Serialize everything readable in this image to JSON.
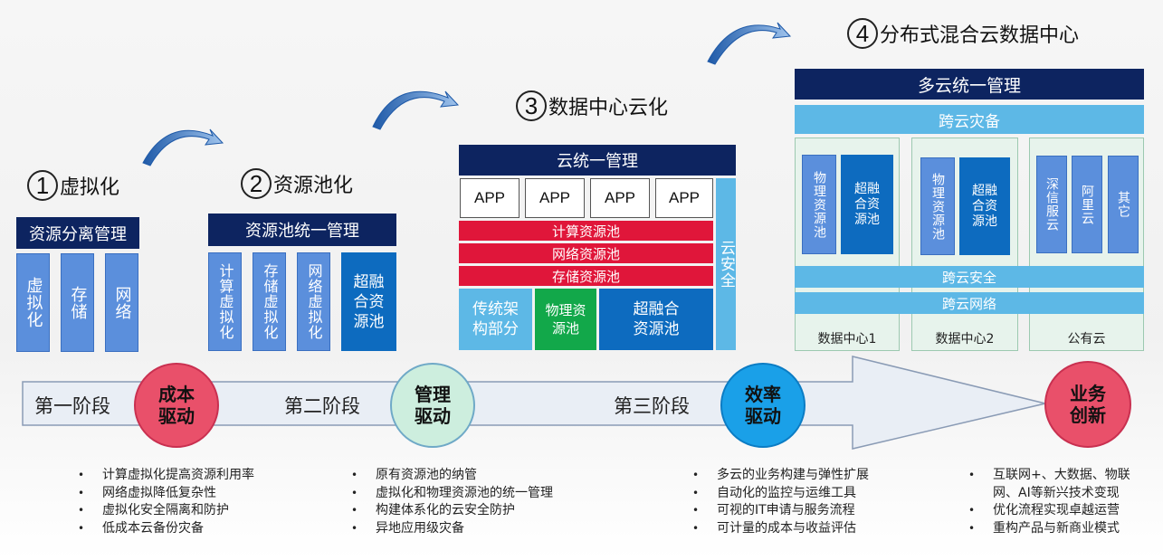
{
  "stage1": {
    "number": "1",
    "title": "虚拟化",
    "header": "资源分离管理",
    "columns": [
      "虚\n拟\n化",
      "存\n储",
      "网\n络"
    ]
  },
  "stage2": {
    "number": "2",
    "title": "资源池化",
    "header": "资源池统一管理",
    "columns": [
      "计\n算\n虚\n拟\n化",
      "存\n储\n虚\n拟\n化",
      "网\n络\n虚\n拟\n化",
      "超融\n合资\n源池"
    ]
  },
  "stage3": {
    "number": "3",
    "title": "数据中心云化",
    "header": "云统一管理",
    "apps": [
      "APP",
      "APP",
      "APP",
      "APP"
    ],
    "pools": [
      "计算资源池",
      "网络资源池",
      "存储资源池"
    ],
    "cloud_security": "云安全",
    "legacy": "传统架\n构部分",
    "physical_pool": "物理资\n源池",
    "hci_pool": "超融合\n资源池"
  },
  "stage4": {
    "number": "4",
    "title": "分布式混合云数据中心",
    "header": "多云统一管理",
    "cross_dr": "跨云灾备",
    "dc1": {
      "physical": "物\n理\n资\n源\n池",
      "hci": "超融\n合资\n源池",
      "label": "数据中心1"
    },
    "dc2": {
      "physical": "物\n理\n资\n源\n池",
      "hci": "超融\n合资\n源池",
      "label": "数据中心2"
    },
    "public": {
      "items": [
        "深\n信\n服\n云",
        "阿\n里\n云",
        "其\n它"
      ],
      "label": "公有云"
    },
    "cross_security": "跨云安全",
    "cross_network": "跨云网络"
  },
  "timeline": {
    "stages": [
      "第一阶段",
      "第二阶段",
      "第三阶段"
    ],
    "drivers": [
      {
        "text": "成本\n驱动",
        "fill": "#e9506a",
        "border": "#c93050",
        "color": "#111111"
      },
      {
        "text": "管理\n驱动",
        "fill": "#cdeede",
        "border": "#6fa9c7",
        "color": "#111111"
      },
      {
        "text": "效率\n驱动",
        "fill": "#1aa0e8",
        "border": "#0b7cc4",
        "color": "#111111"
      },
      {
        "text": "业务\n创新",
        "fill": "#e9506a",
        "border": "#c93050",
        "color": "#111111"
      }
    ]
  },
  "bullets": {
    "b1": [
      "计算虚拟化提高资源利用率",
      "网络虚拟降低复杂性",
      "虚拟化安全隔离和防护",
      "低成本云备份灾备"
    ],
    "b2": [
      "原有资源池的纳管",
      "虚拟化和物理资源池的统一管理",
      "构建体系化的云安全防护",
      "异地应用级灾备"
    ],
    "b3": [
      "多云的业务构建与弹性扩展",
      "自动化的监控与运维工具",
      "可视的IT申请与服务流程",
      "可计量的成本与收益评估"
    ],
    "b4": [
      "互联网+、大数据、物联\n网、AI等新兴技术变现",
      "优化流程实现卓越运营",
      "重构产品与新商业模式"
    ]
  },
  "colors": {
    "navy": "#0d2460",
    "light_blue": "#5b8fdc",
    "dark_blue": "#0d6bbf",
    "red": "#e0163a",
    "green": "#12a84a",
    "sky": "#5db8e6"
  }
}
